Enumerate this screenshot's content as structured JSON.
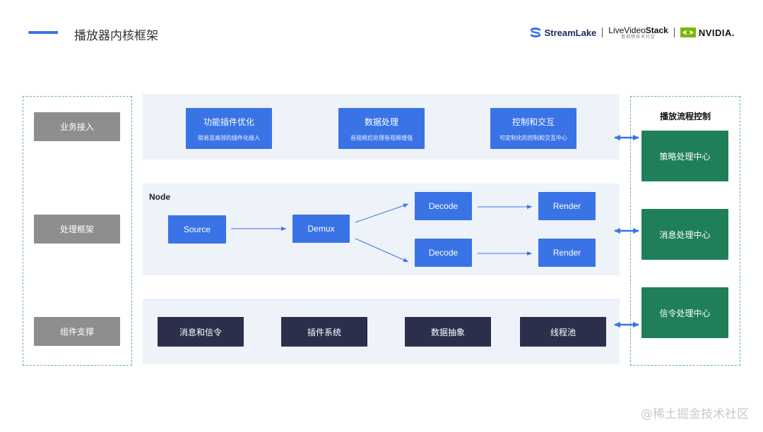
{
  "header": {
    "title": "播放器内核框架",
    "logos": {
      "streamlake": "StreamLake",
      "livevideostack_main_prefix": "LiveVideo",
      "livevideostack_main_bold": "Stack",
      "livevideostack_sub": "音视频技术社区",
      "nvidia": "NVIDIA."
    },
    "accent_color": "#3a73e6"
  },
  "left_column": {
    "items": [
      {
        "label": "业务接入"
      },
      {
        "label": "处理框架"
      },
      {
        "label": "组件支撑"
      }
    ]
  },
  "business_panel": {
    "cards": [
      {
        "title": "功能插件优化",
        "subtitle": "简易且高效的插件化接入"
      },
      {
        "title": "数据处理",
        "subtitle": "音视频后处理音视频增强"
      },
      {
        "title": "控制和交互",
        "subtitle": "可定制化的控制和交互中心"
      }
    ]
  },
  "node_panel": {
    "label": "Node",
    "source": "Source",
    "demux": "Demux",
    "decode_top": "Decode",
    "decode_bottom": "Decode",
    "render_top": "Render",
    "render_bottom": "Render"
  },
  "support_panel": {
    "items": [
      {
        "label": "消息和信令"
      },
      {
        "label": "插件系统"
      },
      {
        "label": "数据抽象"
      },
      {
        "label": "线程池"
      }
    ]
  },
  "right_column": {
    "heading": "播放流程控制",
    "items": [
      {
        "label": "策略处理中心"
      },
      {
        "label": "消息处理中心"
      },
      {
        "label": "信令处理中心"
      }
    ]
  },
  "colors": {
    "blue": "#3a73e6",
    "green": "#1f7f58",
    "dark": "#2b2f4c",
    "gray": "#8e8e8e",
    "panel_bg": "#eef2f9",
    "dashed_border": "#6ab58d"
  },
  "watermark": "@稀土掘金技术社区"
}
